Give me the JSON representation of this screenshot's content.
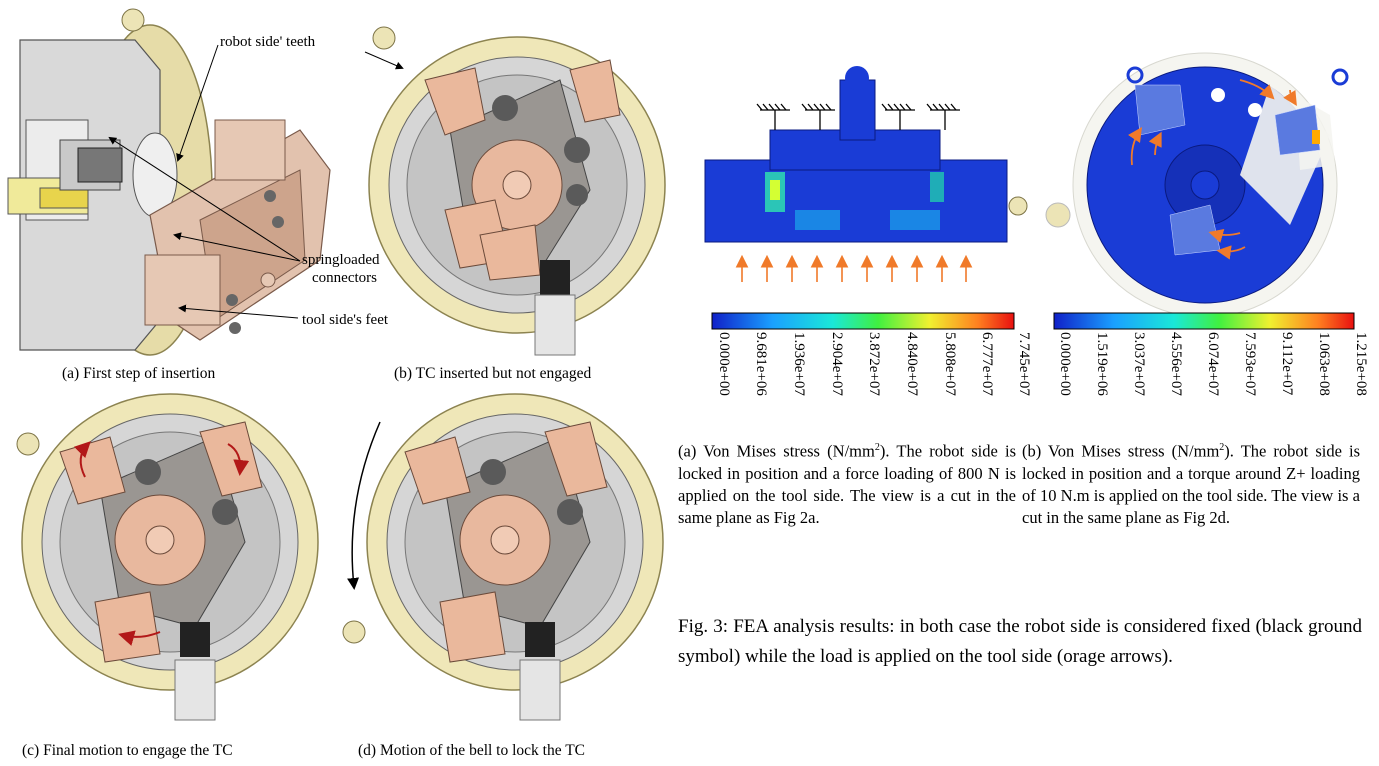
{
  "panels": {
    "a": {
      "caption": "(a) First step of insertion"
    },
    "b": {
      "caption": "(b) TC inserted but not engaged"
    },
    "c": {
      "caption": "(c) Final motion to engage the TC"
    },
    "d": {
      "caption": "(d) Motion of the bell to lock the TC"
    }
  },
  "callouts": {
    "robot_teeth": "robot side' teeth",
    "springloaded_1": "springloaded",
    "springloaded_2": "connectors",
    "tool_feet": "tool side's feet"
  },
  "fea": {
    "a": {
      "ticks": [
        "0.000e+00",
        "9.681e+06",
        "1.936e+07",
        "2.904e+07",
        "3.872e+07",
        "4.840e+07",
        "5.808e+07",
        "6.777e+07",
        "7.745e+07"
      ],
      "caption_l1_pre": "(a) Von Mises stress (N/mm",
      "caption_l1_sup": "2",
      "caption_l1_post": ").",
      "caption_rest": "The robot side is locked in position and a force loading of 800 N is applied on the tool side. The view is a cut in the same plane as Fig 2a."
    },
    "b": {
      "ticks": [
        "0.000e+00",
        "1.519e+06",
        "3.037e+07",
        "4.556e+07",
        "6.074e+07",
        "7.593e+07",
        "9.112e+07",
        "1.063e+08",
        "1.215e+08"
      ],
      "caption_l1_pre": "(b) Von Mises stress (N/mm",
      "caption_l1_sup": "2",
      "caption_l1_post": ").",
      "caption_rest": "The robot side is locked in position and a torque around Z+ loading of 10 N.m is applied on the tool side. The view is a cut in the same plane as Fig 2d."
    }
  },
  "figure_caption": "Fig. 3: FEA analysis results: in both case the robot side is considered fixed (black ground symbol) while the load is applied on the tool side (orage arrows).",
  "colors": {
    "copper": "#e9b89b",
    "bell": "#efe7b8",
    "steel": "#a8a8a8",
    "fea_blue": "#1a3cd6",
    "orange": "#f07a2a"
  }
}
